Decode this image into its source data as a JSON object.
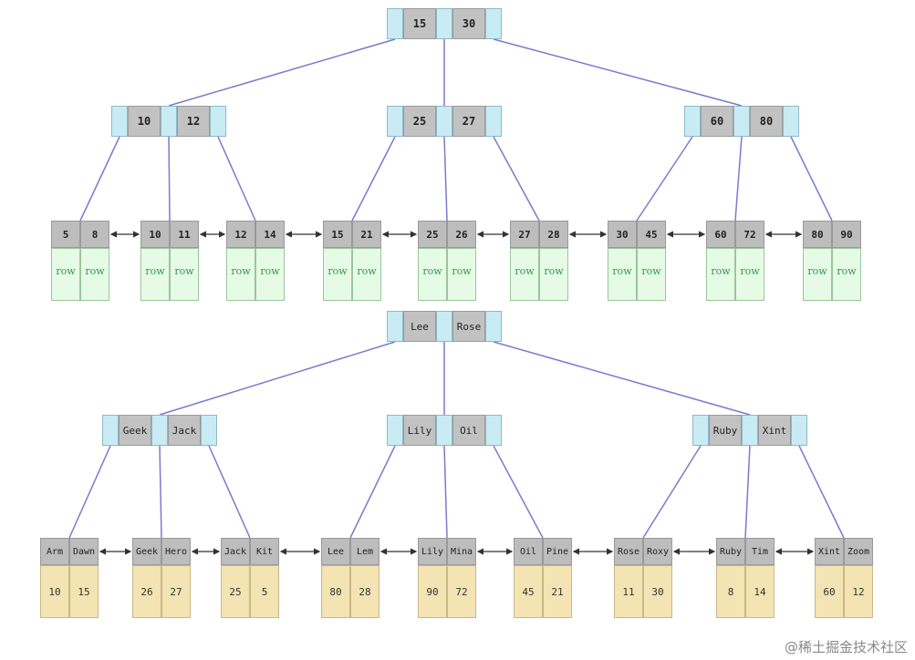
{
  "trees": [
    {
      "id": "numeric",
      "root": [
        "15",
        "30"
      ],
      "inner": [
        [
          "10",
          "12"
        ],
        [
          "25",
          "27"
        ],
        [
          "60",
          "80"
        ]
      ],
      "leaves": [
        {
          "keys": [
            "5",
            "8"
          ],
          "vals": [
            "row",
            "row"
          ]
        },
        {
          "keys": [
            "10",
            "11"
          ],
          "vals": [
            "row",
            "row"
          ]
        },
        {
          "keys": [
            "12",
            "14"
          ],
          "vals": [
            "row",
            "row"
          ]
        },
        {
          "keys": [
            "15",
            "21"
          ],
          "vals": [
            "row",
            "row"
          ]
        },
        {
          "keys": [
            "25",
            "26"
          ],
          "vals": [
            "row",
            "row"
          ]
        },
        {
          "keys": [
            "27",
            "28"
          ],
          "vals": [
            "row",
            "row"
          ]
        },
        {
          "keys": [
            "30",
            "45"
          ],
          "vals": [
            "row",
            "row"
          ]
        },
        {
          "keys": [
            "60",
            "72"
          ],
          "vals": [
            "row",
            "row"
          ]
        },
        {
          "keys": [
            "80",
            "90"
          ],
          "vals": [
            "row",
            "row"
          ]
        }
      ]
    },
    {
      "id": "names",
      "root": [
        "Lee",
        "Rose"
      ],
      "inner": [
        [
          "Geek",
          "Jack"
        ],
        [
          "Lily",
          "Oil"
        ],
        [
          "Ruby",
          "Xint"
        ]
      ],
      "leaves": [
        {
          "keys": [
            "Arm",
            "Dawn"
          ],
          "vals": [
            "10",
            "15"
          ]
        },
        {
          "keys": [
            "Geek",
            "Hero"
          ],
          "vals": [
            "26",
            "27"
          ]
        },
        {
          "keys": [
            "Jack",
            "Kit"
          ],
          "vals": [
            "25",
            "5"
          ]
        },
        {
          "keys": [
            "Lee",
            "Lem"
          ],
          "vals": [
            "80",
            "28"
          ]
        },
        {
          "keys": [
            "Lily",
            "Mina"
          ],
          "vals": [
            "90",
            "72"
          ]
        },
        {
          "keys": [
            "Oil",
            "Pine"
          ],
          "vals": [
            "45",
            "21"
          ]
        },
        {
          "keys": [
            "Rose",
            "Roxy"
          ],
          "vals": [
            "11",
            "30"
          ]
        },
        {
          "keys": [
            "Ruby",
            "Tim"
          ],
          "vals": [
            "8",
            "14"
          ]
        },
        {
          "keys": [
            "Xint",
            "Zoom"
          ],
          "vals": [
            "60",
            "12"
          ]
        }
      ]
    }
  ],
  "colors": {
    "pointer": "#c9ecf4",
    "key": "#c2c2c2",
    "row_cell": "#e6fbe6",
    "value_cell": "#f4e3b3",
    "edge": "#7a7acc"
  },
  "watermark": "@稀土掘金技术社区"
}
